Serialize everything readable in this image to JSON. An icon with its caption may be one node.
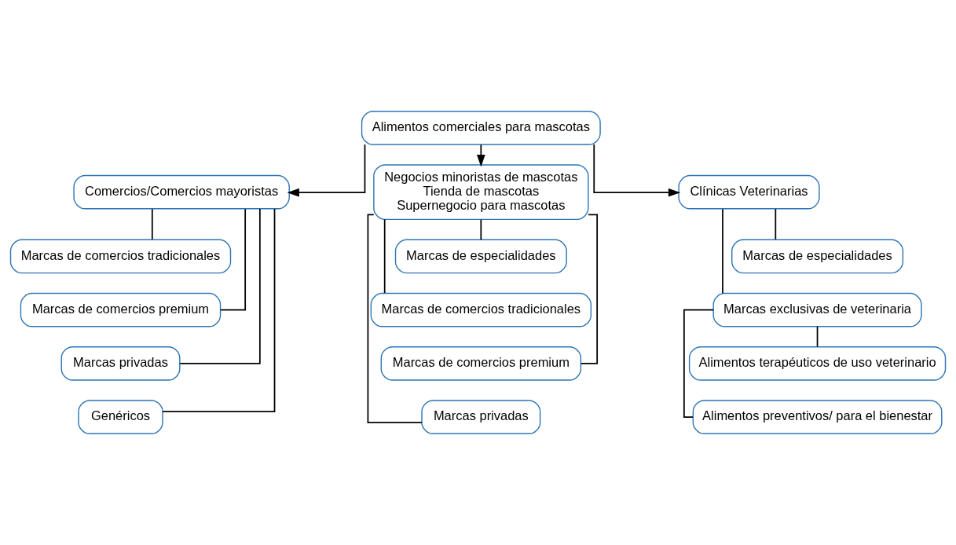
{
  "diagram": {
    "nodes": [
      {
        "text": [
          "Alimentos comerciales para mascotas"
        ]
      },
      {
        "text": [
          "Comercios/Comercios mayoristas"
        ]
      },
      {
        "text": [
          "Negocios minoristas de mascotas",
          "Tienda de mascotas",
          "Supernegocio para mascotas"
        ]
      },
      {
        "text": [
          "Clínicas Veterinarias"
        ]
      },
      {
        "text": [
          "Marcas de comercios tradicionales"
        ]
      },
      {
        "text": [
          "Marcas de comercios premium"
        ]
      },
      {
        "text": [
          "Marcas privadas"
        ]
      },
      {
        "text": [
          "Genéricos"
        ]
      },
      {
        "text": [
          "Marcas de especialidades"
        ]
      },
      {
        "text": [
          "Marcas de comercios tradicionales"
        ]
      },
      {
        "text": [
          "Marcas de comercios premium"
        ]
      },
      {
        "text": [
          "Marcas privadas"
        ]
      },
      {
        "text": [
          "Marcas de especialidades"
        ]
      },
      {
        "text": [
          "Marcas exclusivas de veterinaria"
        ]
      },
      {
        "text": [
          "Alimentos terapéuticos de uso veterinario"
        ]
      },
      {
        "text": [
          "Alimentos preventivos/ para el bienestar"
        ]
      }
    ],
    "edges": [
      {
        "from": 0,
        "to": 1,
        "arrow": "to"
      },
      {
        "from": 0,
        "to": 2,
        "arrow": "to"
      },
      {
        "from": 0,
        "to": 3,
        "arrow": "to"
      },
      {
        "from": 1,
        "to": 4,
        "arrow": "none"
      },
      {
        "from": 1,
        "to": 5,
        "arrow": "none"
      },
      {
        "from": 1,
        "to": 6,
        "arrow": "none"
      },
      {
        "from": 1,
        "to": 7,
        "arrow": "none"
      },
      {
        "from": 2,
        "to": 8,
        "arrow": "none"
      },
      {
        "from": 2,
        "to": 9,
        "arrow": "none"
      },
      {
        "from": 2,
        "to": 10,
        "arrow": "none"
      },
      {
        "from": 2,
        "to": 11,
        "arrow": "none"
      },
      {
        "from": 3,
        "to": 12,
        "arrow": "none"
      },
      {
        "from": 3,
        "to": 13,
        "arrow": "none"
      },
      {
        "from": 13,
        "to": 14,
        "arrow": "none"
      },
      {
        "from": 13,
        "to": 15,
        "arrow": "none"
      }
    ]
  }
}
